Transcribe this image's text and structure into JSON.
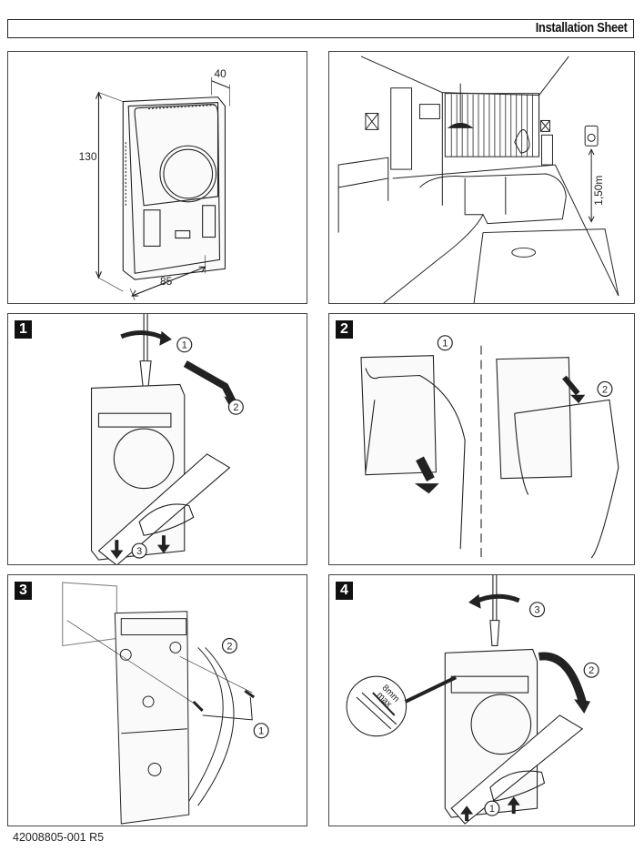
{
  "header": {
    "title": "Installation Sheet"
  },
  "dimensions_panel": {
    "height_label": "130",
    "width_label": "85",
    "depth_label": "40"
  },
  "room_panel": {
    "mount_height_label": "1,50m"
  },
  "steps": [
    {
      "number": "1",
      "callouts": [
        "1",
        "2",
        "3"
      ]
    },
    {
      "number": "2",
      "callouts": [
        "1",
        "2"
      ]
    },
    {
      "number": "3",
      "callouts": [
        "2",
        "1"
      ]
    },
    {
      "number": "4",
      "callouts": [
        "3",
        "2",
        "1"
      ],
      "strip_label_line1": "8mm",
      "strip_label_line2": "max"
    }
  ],
  "footer": {
    "document_number": "42008805-001 R5"
  }
}
